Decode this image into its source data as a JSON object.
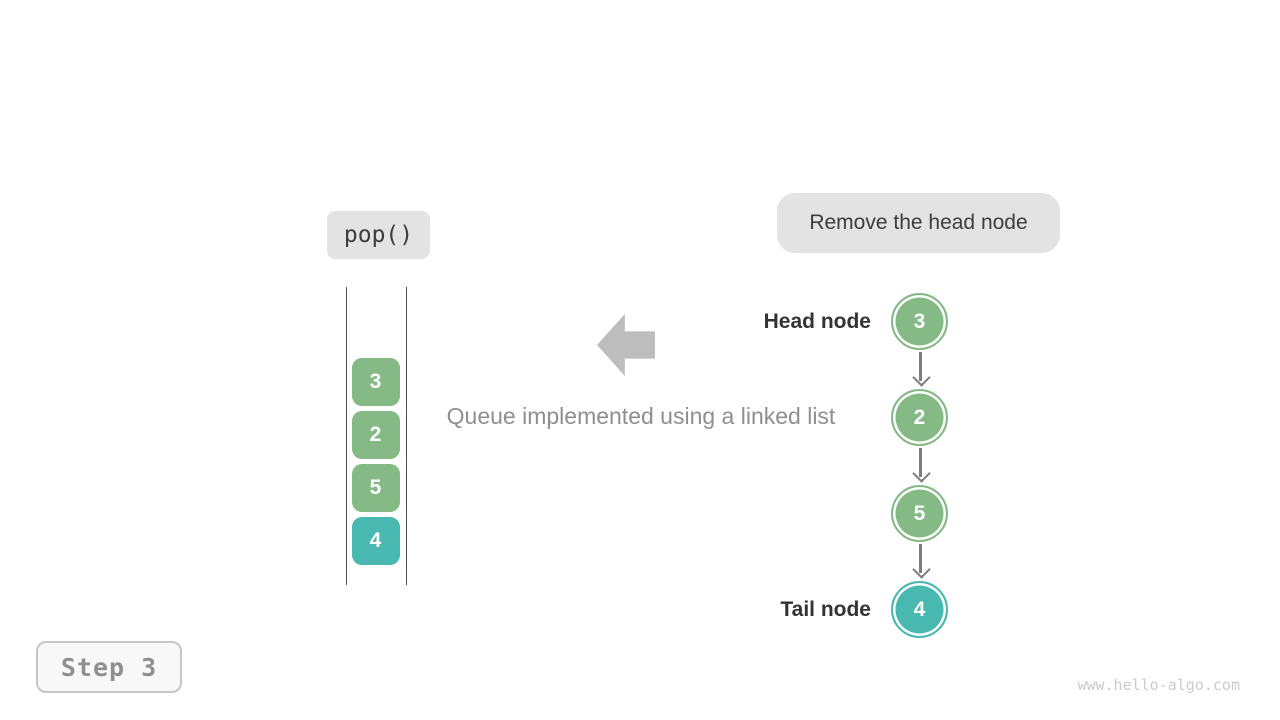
{
  "colors": {
    "green": "#85b985",
    "teal": "#48b8b1",
    "label_bg": "#e3e3e3",
    "dark_text": "#3d3d3d",
    "muted_text": "#8f8f8f",
    "block_arrow": "#bdbdbd",
    "connector": "#7d7d7d",
    "container_line": "#4f4f4f",
    "step_bg": "#f8f8f8",
    "step_border": "#c6c6c6",
    "watermark_text": "#cbcbcb"
  },
  "operation": {
    "label": "pop()"
  },
  "annotation": {
    "label": "Remove the head node"
  },
  "caption": "Queue implemented using a linked list",
  "queue": {
    "items": [
      {
        "value": "3",
        "color": "green"
      },
      {
        "value": "2",
        "color": "green"
      },
      {
        "value": "5",
        "color": "green"
      },
      {
        "value": "4",
        "color": "teal"
      }
    ]
  },
  "linked_list": {
    "head_label": "Head node",
    "tail_label": "Tail node",
    "nodes": [
      {
        "value": "3",
        "color": "green"
      },
      {
        "value": "2",
        "color": "green"
      },
      {
        "value": "5",
        "color": "green"
      },
      {
        "value": "4",
        "color": "teal"
      }
    ]
  },
  "step": {
    "label": "Step 3"
  },
  "watermark": "www.hello-algo.com"
}
